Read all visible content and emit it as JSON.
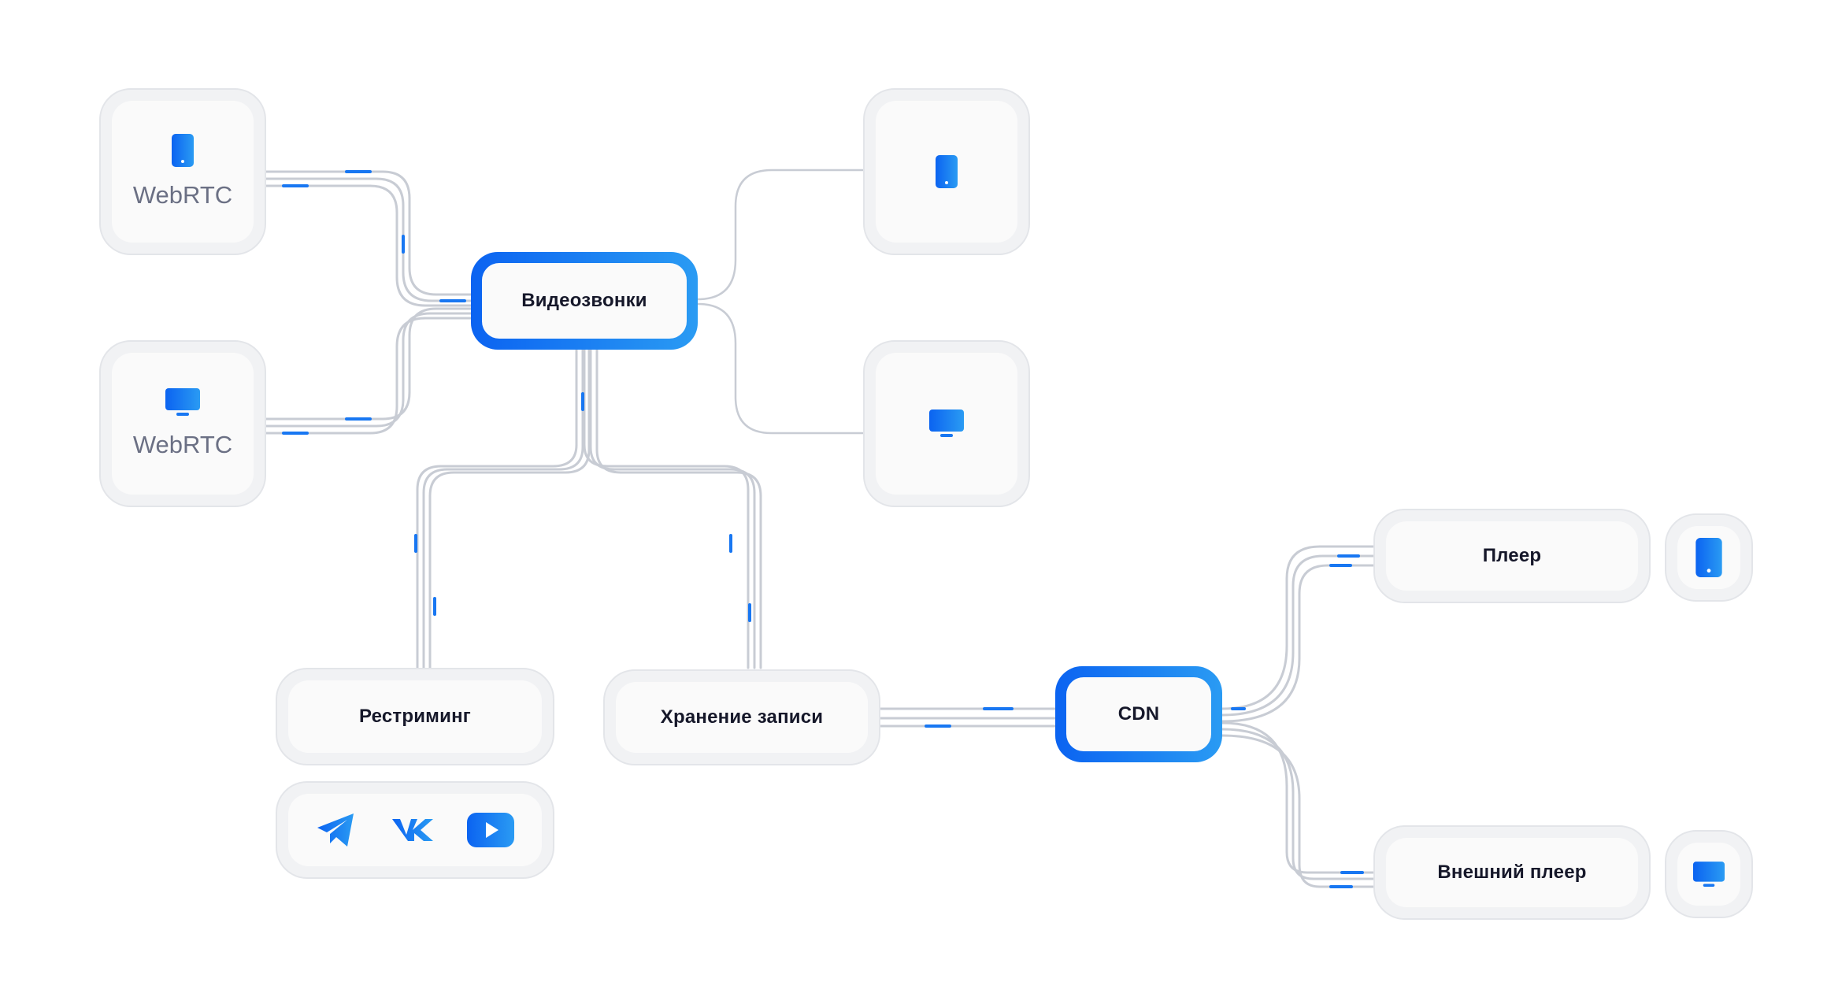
{
  "colors": {
    "accent": "#1877f2",
    "accent_light": "#2a9bf3",
    "connector": "#c8ccd4",
    "card_border": "#e3e5e9",
    "card_fill": "#fafafa",
    "text": "#16182a",
    "text_muted": "#6b7084"
  },
  "nodes": {
    "webrtc_phone": {
      "label": "WebRTC",
      "icon": "phone-icon"
    },
    "webrtc_monitor": {
      "label": "WebRTC",
      "icon": "monitor-icon"
    },
    "video_calls": {
      "label": "Видеозвонки"
    },
    "out_phone": {
      "icon": "phone-icon"
    },
    "out_monitor": {
      "icon": "monitor-icon"
    },
    "restreaming": {
      "label": "Рестриминг"
    },
    "recording_storage": {
      "label": "Хранение записи"
    },
    "cdn": {
      "label": "CDN"
    },
    "player": {
      "label": "Плеер"
    },
    "external_player": {
      "label": "Внешний плеер"
    },
    "player_device": {
      "icon": "phone-icon"
    },
    "external_player_device": {
      "icon": "monitor-icon"
    }
  },
  "social_icons": [
    "telegram-icon",
    "vk-icon",
    "youtube-icon"
  ]
}
